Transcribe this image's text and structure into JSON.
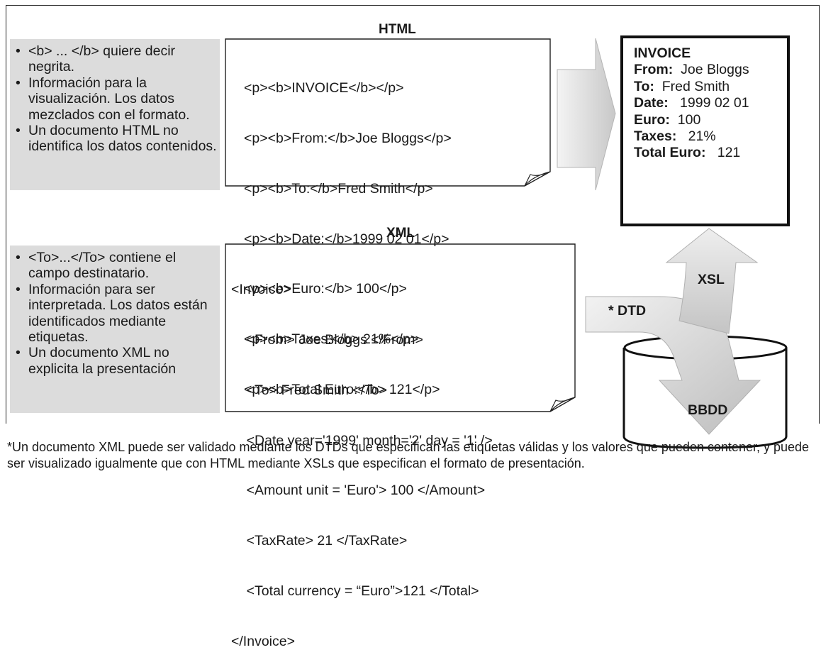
{
  "html_section": {
    "title": "HTML",
    "notes": [
      "<b> ... </b> quiere decir negrita.",
      "Información para la visualización. Los datos mezclados con el formato.",
      "Un documento HTML no identifica los datos contenidos."
    ],
    "code_lines": [
      "<p><b>INVOICE</b></p>",
      "<p><b>From:</b>Joe Bloggs</p>",
      "<p><b>To:</b>Fred Smith</p>",
      "<p><b>Date:</b>1999 02 01</p>",
      "<p><b>Euro:</b> 100</p>",
      "<p><b>Taxes:</b> 21%</p>",
      "<p><b>Total Euro:</b> 121</p>"
    ]
  },
  "xml_section": {
    "title": "XML",
    "notes": [
      "<To>...</To> contiene el campo destinatario.",
      "Información para ser interpretada. Los datos están identificados mediante etiquetas.",
      "Un documento XML no explicita la presentación"
    ],
    "code_lines": [
      "<Invoice>",
      "    <From> Joe Bloggs </From>",
      "    <To> Fred Smith </To>",
      "    <Date year='1999' month='2' day = '1' />",
      "    <Amount unit = 'Euro'> 100 </Amount>",
      "    <TaxRate> 21 </TaxRate>",
      "    <Total currency = “Euro”>121 </Total>",
      "</Invoice>"
    ]
  },
  "rendered_output": {
    "title": "INVOICE",
    "rows": [
      {
        "label": "From:",
        "value": "Joe Bloggs"
      },
      {
        "label": "To:",
        "value": "Fred Smith"
      },
      {
        "label": "Date:",
        "value": "1999 02 01"
      },
      {
        "label": "Euro:",
        "value": "100"
      },
      {
        "label": "Taxes:",
        "value": "21%"
      },
      {
        "label": "Total Euro:",
        "value": "121"
      }
    ]
  },
  "flow_labels": {
    "xsl": "XSL",
    "dtd": "* DTD",
    "database": "BBDD"
  },
  "footnote": "*Un documento XML puede ser validado mediante los DTDs que especifican las etiquetas válidas y los valores que pueden contener, y puede ser visualizado igualmente que con HTML mediante XSLs que especifican el formato de presentación."
}
